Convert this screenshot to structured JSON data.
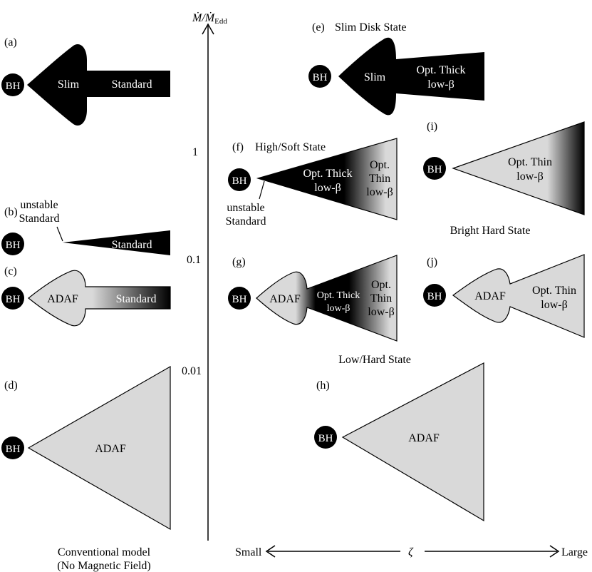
{
  "axis": {
    "y_label_main": "Ṁ/Ṁ",
    "y_label_sub": "Edd",
    "ticks": [
      "1",
      "0.1",
      "0.01"
    ],
    "x_left": "Small",
    "x_symbol": "ζ",
    "x_right": "Large"
  },
  "footer": {
    "line1": "Conventional model",
    "line2": "(No Magnetic Field)"
  },
  "panels": {
    "a": {
      "tag": "(a)",
      "bh": "BH",
      "inner": "Slim",
      "outer": "Standard"
    },
    "b": {
      "tag": "(b)",
      "bh": "BH",
      "note1": "unstable",
      "note2": "Standard",
      "outer": "Standard"
    },
    "c": {
      "tag": "(c)",
      "bh": "BH",
      "inner": "ADAF",
      "outer": "Standard"
    },
    "d": {
      "tag": "(d)",
      "bh": "BH",
      "inner": "ADAF"
    },
    "e": {
      "tag": "(e)",
      "state": "Slim Disk State",
      "bh": "BH",
      "inner": "Slim",
      "outer1": "Opt. Thick",
      "outer2": "low-β"
    },
    "f": {
      "tag": "(f)",
      "state": "High/Soft State",
      "bh": "BH",
      "mid1": "Opt. Thick",
      "mid2": "low-β",
      "outer1": "Opt.",
      "outer2": "Thin",
      "outer3": "low-β",
      "note1": "unstable",
      "note2": "Standard"
    },
    "g": {
      "tag": "(g)",
      "bh": "BH",
      "inner": "ADAF",
      "mid1": "Opt. Thick",
      "mid2": "low-β",
      "outer1": "Opt.",
      "outer2": "Thin",
      "outer3": "low-β"
    },
    "h": {
      "tag": "(h)",
      "bh": "BH",
      "inner": "ADAF"
    },
    "i": {
      "tag": "(i)",
      "state": "Bright Hard State",
      "bh": "BH",
      "outer1": "Opt. Thin",
      "outer2": "low-β"
    },
    "j": {
      "tag": "(j)",
      "bh": "BH",
      "inner": "ADAF",
      "outer1": "Opt. Thin",
      "outer2": "low-β"
    }
  },
  "low_hard_label": "Low/Hard State",
  "colors": {
    "black": "#000000",
    "light_gray": "#d9d9d9",
    "white": "#ffffff"
  }
}
